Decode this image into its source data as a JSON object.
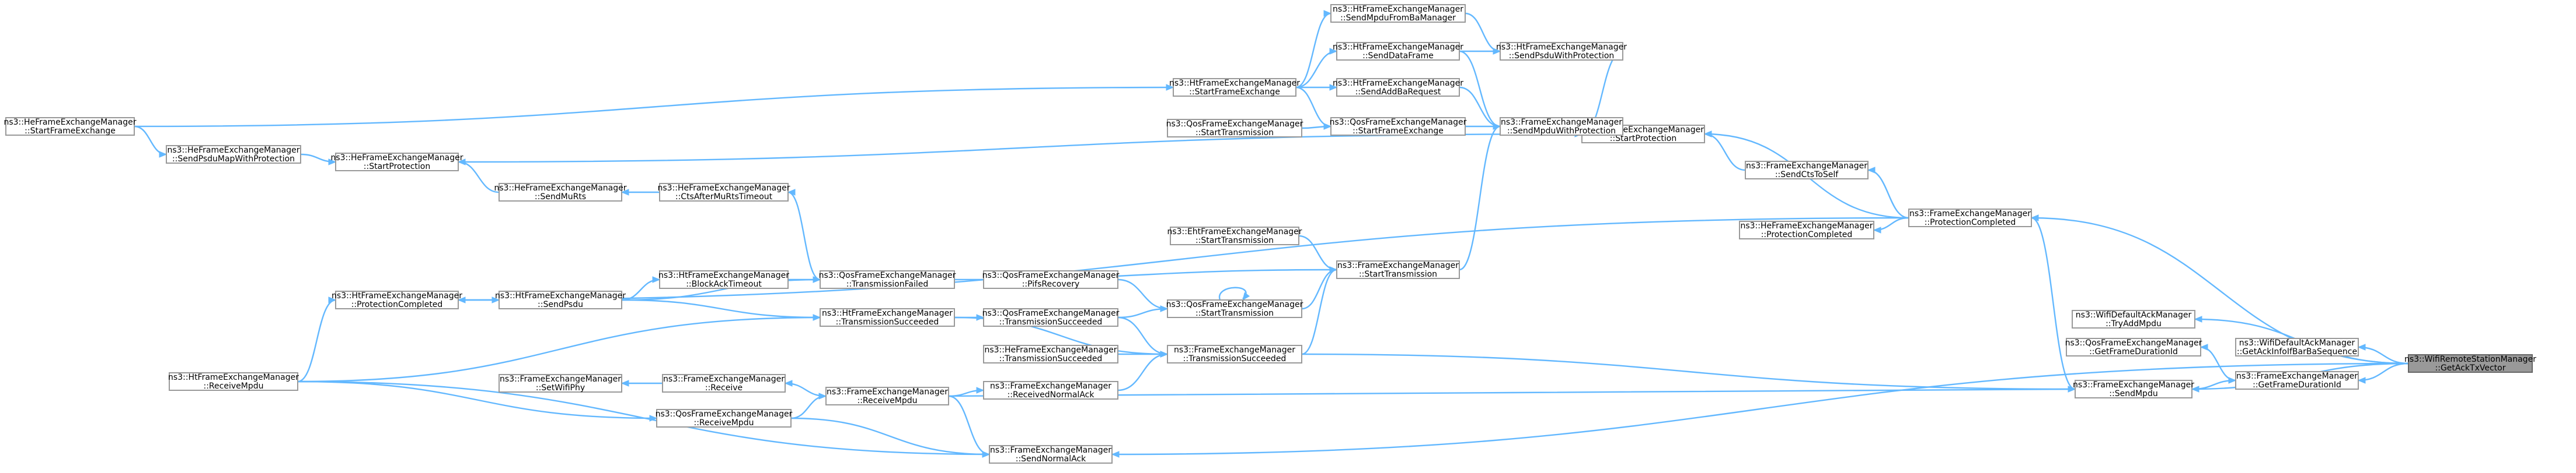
{
  "nodes": [
    {
      "id": "target",
      "line1": "ns3::WifiRemoteStationManager",
      "line2": "::GetAckTxVector",
      "highlight": true
    },
    {
      "id": "tryAddMpdu",
      "line1": "ns3::WifiDefaultAckManager",
      "line2": "::TryAddMpdu"
    },
    {
      "id": "getAckInfo",
      "line1": "ns3::WifiDefaultAckManager",
      "line2": "::GetAckInfoIfBarBaSequence"
    },
    {
      "id": "qosGetDur",
      "line1": "ns3::QosFrameExchangeManager",
      "line2": "::GetFrameDurationId"
    },
    {
      "id": "feGetDur",
      "line1": "ns3::FrameExchangeManager",
      "line2": "::GetFrameDurationId"
    },
    {
      "id": "feSendMpdu",
      "line1": "ns3::FrameExchangeManager",
      "line2": "::SendMpdu"
    },
    {
      "id": "feProtCompleted",
      "line1": "ns3::FrameExchangeManager",
      "line2": "::ProtectionCompleted"
    },
    {
      "id": "heProtCompleted",
      "line1": "ns3::HeFrameExchangeManager",
      "line2": "::ProtectionCompleted"
    },
    {
      "id": "feStartProtection",
      "line1": "ns3::FrameExchangeManager",
      "line2": "::StartProtection"
    },
    {
      "id": "feSendCtsToSelf",
      "line1": "ns3::FrameExchangeManager",
      "line2": "::SendCtsToSelf"
    },
    {
      "id": "htSendPsduWithProt",
      "line1": "ns3::HtFrameExchangeManager",
      "line2": "::SendPsduWithProtection"
    },
    {
      "id": "feSendMpduWithProt",
      "line1": "ns3::FrameExchangeManager",
      "line2": "::SendMpduWithProtection"
    },
    {
      "id": "htSendMpduFromBa",
      "line1": "ns3::HtFrameExchangeManager",
      "line2": "::SendMpduFromBaManager"
    },
    {
      "id": "htSendDataFrame",
      "line1": "ns3::HtFrameExchangeManager",
      "line2": "::SendDataFrame"
    },
    {
      "id": "htSendAddBa",
      "line1": "ns3::HtFrameExchangeManager",
      "line2": "::SendAddBaRequest"
    },
    {
      "id": "qosStartFE",
      "line1": "ns3::QosFrameExchangeManager",
      "line2": "::StartFrameExchange"
    },
    {
      "id": "htStartFE",
      "line1": "ns3::HtFrameExchangeManager",
      "line2": "::StartFrameExchange"
    },
    {
      "id": "qosStartTx1",
      "line1": "ns3::QosFrameExchangeManager",
      "line2": "::StartTransmission"
    },
    {
      "id": "heStartFE",
      "line1": "ns3::HeFrameExchangeManager",
      "line2": "::StartFrameExchange"
    },
    {
      "id": "heSendPsduMap",
      "line1": "ns3::HeFrameExchangeManager",
      "line2": "::SendPsduMapWithProtection"
    },
    {
      "id": "heStartProtection",
      "line1": "ns3::HeFrameExchangeManager",
      "line2": "::StartProtection"
    },
    {
      "id": "heSendMuRts",
      "line1": "ns3::HeFrameExchangeManager",
      "line2": "::SendMuRts"
    },
    {
      "id": "heCtsAfterMuRts",
      "line1": "ns3::HeFrameExchangeManager",
      "line2": "::CtsAfterMuRtsTimeout"
    },
    {
      "id": "ehtStartTx",
      "line1": "ns3::EhtFrameExchangeManager",
      "line2": "::StartTransmission"
    },
    {
      "id": "feStartTx",
      "line1": "ns3::FrameExchangeManager",
      "line2": "::StartTransmission"
    },
    {
      "id": "qosTxFailed",
      "line1": "ns3::QosFrameExchangeManager",
      "line2": "::TransmissionFailed"
    },
    {
      "id": "qosPifsRecovery",
      "line1": "ns3::QosFrameExchangeManager",
      "line2": "::PifsRecovery"
    },
    {
      "id": "qosStartTx2",
      "line1": "ns3::QosFrameExchangeManager",
      "line2": "::StartTransmission"
    },
    {
      "id": "htBlockAckTimeout",
      "line1": "ns3::HtFrameExchangeManager",
      "line2": "::BlockAckTimeout"
    },
    {
      "id": "htSendPsdu",
      "line1": "ns3::HtFrameExchangeManager",
      "line2": "::SendPsdu"
    },
    {
      "id": "htProtCompleted",
      "line1": "ns3::HtFrameExchangeManager",
      "line2": "::ProtectionCompleted"
    },
    {
      "id": "htTxSucceeded",
      "line1": "ns3::HtFrameExchangeManager",
      "line2": "::TransmissionSucceeded"
    },
    {
      "id": "qosTxSucceeded",
      "line1": "ns3::QosFrameExchangeManager",
      "line2": "::TransmissionSucceeded"
    },
    {
      "id": "feTxSucceeded",
      "line1": "ns3::FrameExchangeManager",
      "line2": "::TransmissionSucceeded"
    },
    {
      "id": "heTxSucceeded",
      "line1": "ns3::HeFrameExchangeManager",
      "line2": "::TransmissionSucceeded"
    },
    {
      "id": "feRecvNormalAck",
      "line1": "ns3::FrameExchangeManager",
      "line2": "::ReceivedNormalAck"
    },
    {
      "id": "htReceiveMpdu",
      "line1": "ns3::HtFrameExchangeManager",
      "line2": "::ReceiveMpdu"
    },
    {
      "id": "feSetWifiPhy",
      "line1": "ns3::FrameExchangeManager",
      "line2": "::SetWifiPhy"
    },
    {
      "id": "feReceive",
      "line1": "ns3::FrameExchangeManager",
      "line2": "::Receive"
    },
    {
      "id": "feReceiveMpdu",
      "line1": "ns3::FrameExchangeManager",
      "line2": "::ReceiveMpdu"
    },
    {
      "id": "qosReceiveMpdu",
      "line1": "ns3::QosFrameExchangeManager",
      "line2": "::ReceiveMpdu"
    },
    {
      "id": "feSendNormalAck",
      "line1": "ns3::FrameExchangeManager",
      "line2": "::SendNormalAck"
    }
  ],
  "edges": [
    [
      "tryAddMpdu",
      "target"
    ],
    [
      "getAckInfo",
      "target"
    ],
    [
      "feGetDur",
      "target"
    ],
    [
      "feSendMpdu",
      "target"
    ],
    [
      "feProtCompleted",
      "target"
    ],
    [
      "feSendNormalAck",
      "target"
    ],
    [
      "qosGetDur",
      "feGetDur"
    ],
    [
      "feGetDur",
      "feSendMpdu"
    ],
    [
      "feProtCompleted",
      "feSendMpdu"
    ],
    [
      "heProtCompleted",
      "feProtCompleted"
    ],
    [
      "feStartProtection",
      "feProtCompleted"
    ],
    [
      "feSendCtsToSelf",
      "feProtCompleted"
    ],
    [
      "htProtCompleted",
      "feProtCompleted"
    ],
    [
      "feSendMpdu",
      "feTxSucceeded"
    ],
    [
      "feStartProtection",
      "htSendPsduWithProt"
    ],
    [
      "feStartProtection",
      "feSendMpduWithProt"
    ],
    [
      "feStartProtection",
      "heStartProtection"
    ],
    [
      "feStartProtection",
      "feSendCtsToSelf"
    ],
    [
      "htSendPsduWithProt",
      "htSendMpduFromBa"
    ],
    [
      "htSendPsduWithProt",
      "htSendDataFrame"
    ],
    [
      "feSendMpduWithProt",
      "htSendDataFrame"
    ],
    [
      "feSendMpduWithProt",
      "htSendAddBa"
    ],
    [
      "feSendMpduWithProt",
      "qosStartFE"
    ],
    [
      "feSendMpduWithProt",
      "feStartTx"
    ],
    [
      "htSendMpduFromBa",
      "htStartFE"
    ],
    [
      "htSendDataFrame",
      "htStartFE"
    ],
    [
      "htSendAddBa",
      "htStartFE"
    ],
    [
      "qosStartFE",
      "qosStartTx1"
    ],
    [
      "qosStartFE",
      "htStartFE"
    ],
    [
      "htStartFE",
      "heStartFE"
    ],
    [
      "heStartProtection",
      "heSendPsduMap"
    ],
    [
      "heSendPsduMap",
      "heStartFE"
    ],
    [
      "heStartProtection",
      "heSendMuRts"
    ],
    [
      "heSendMuRts",
      "heCtsAfterMuRts"
    ],
    [
      "heCtsAfterMuRts",
      "qosTxFailed"
    ],
    [
      "feStartTx",
      "ehtStartTx"
    ],
    [
      "feStartTx",
      "qosTxFailed"
    ],
    [
      "feStartTx",
      "qosStartTx2"
    ],
    [
      "qosStartTx2",
      "qosStartTx2"
    ],
    [
      "qosStartTx2",
      "qosPifsRecovery"
    ],
    [
      "qosStartTx2",
      "qosTxSucceeded"
    ],
    [
      "qosTxFailed",
      "htBlockAckTimeout"
    ],
    [
      "qosTxFailed",
      "htSendPsdu"
    ],
    [
      "htBlockAckTimeout",
      "htSendPsdu"
    ],
    [
      "htSendPsdu",
      "htProtCompleted"
    ],
    [
      "htProtCompleted",
      "htReceiveMpdu"
    ],
    [
      "feStartTx",
      "feTxSucceeded"
    ],
    [
      "feTxSucceeded",
      "qosTxSucceeded"
    ],
    [
      "feTxSucceeded",
      "heTxSucceeded"
    ],
    [
      "feTxSucceeded",
      "feRecvNormalAck"
    ],
    [
      "feTxSucceeded",
      "htTxSucceeded"
    ],
    [
      "qosTxSucceeded",
      "htTxSucceeded"
    ],
    [
      "htTxSucceeded",
      "htReceiveMpdu"
    ],
    [
      "htTxSucceeded",
      "htSendPsdu"
    ],
    [
      "feRecvNormalAck",
      "feReceiveMpdu"
    ],
    [
      "feSetWifiPhy",
      "feReceive"
    ],
    [
      "feReceive",
      "feReceiveMpdu"
    ],
    [
      "feReceiveMpdu",
      "qosReceiveMpdu"
    ],
    [
      "qosReceiveMpdu",
      "htReceiveMpdu"
    ],
    [
      "feSendNormalAck",
      "feReceiveMpdu"
    ],
    [
      "feSendNormalAck",
      "qosReceiveMpdu"
    ],
    [
      "feSendNormalAck",
      "htReceiveMpdu"
    ],
    [
      "feSendMpdu",
      "feReceiveMpdu"
    ]
  ]
}
